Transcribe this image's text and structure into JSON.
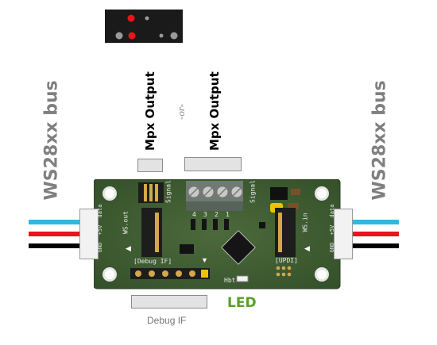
{
  "labels": {
    "ws_bus_left": "WS28xx bus",
    "ws_bus_right": "WS28xx bus",
    "mpx_output_1": "Mpx Output",
    "mpx_output_2": "Mpx Output",
    "or": "-or-",
    "led": "LED",
    "debug_if": "Debug IF"
  },
  "board_silkscreen": {
    "signal_left": "Signal",
    "signal_right": "Signal",
    "ws_out": "WS.out",
    "ws_in": "WS.in",
    "data_out": "data",
    "plus5v_out": "+5V",
    "gnd_out": "GND",
    "data_in": "data",
    "plus5v_in": "+5V",
    "gnd_in": "GND",
    "debug_if": "[Debug IF]",
    "updi": "[UPDI]",
    "hbt": "Hbt",
    "channels": [
      "4",
      "3",
      "2",
      "1"
    ]
  },
  "colors": {
    "led_label": "#5aa02c",
    "bus_label": "#7f7f7f",
    "wire_blue": "#33b5e5",
    "wire_red": "#e8141b",
    "wire_black": "#000000",
    "pcb_green": "#3e5a31",
    "indicator_red": "#e8141b"
  }
}
